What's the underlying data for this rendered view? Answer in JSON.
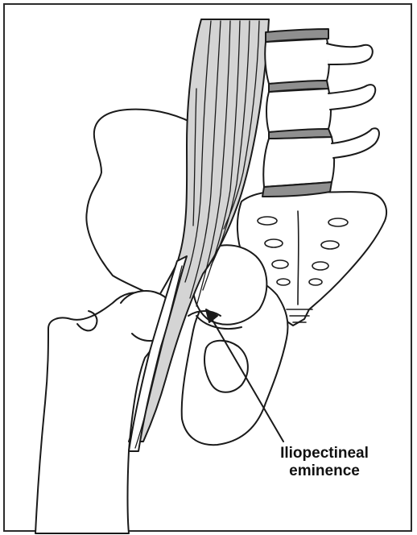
{
  "annotation": {
    "line1": "Iliopectineal",
    "line2": "eminence"
  },
  "colors": {
    "outline": "#1a1a1a",
    "muscle_fill": "#d4d4d4",
    "disc_fill": "#8f8f8f",
    "bone_fill": "#ffffff",
    "frame": "#2b2b2b"
  },
  "structures": [
    "psoas-major-muscle",
    "lumbar-vertebrae",
    "intervertebral-discs",
    "ilium",
    "sacrum",
    "acetabulum",
    "obturator-foramen",
    "femur",
    "iliopectineal-eminence"
  ]
}
